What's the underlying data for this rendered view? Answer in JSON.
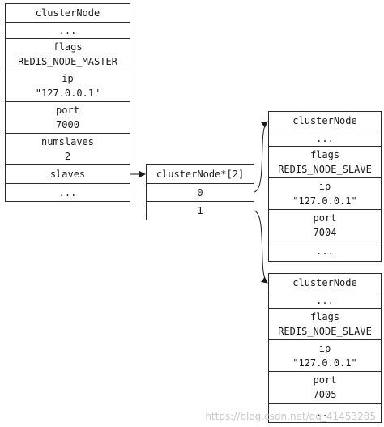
{
  "master": {
    "title": "clusterNode",
    "dots_top": "...",
    "flags_label": "flags",
    "flags_value": "REDIS_NODE_MASTER",
    "ip_label": "ip",
    "ip_value": "\"127.0.0.1\"",
    "port_label": "port",
    "port_value": "7000",
    "numslaves_label": "numslaves",
    "numslaves_value": "2",
    "slaves_label": "slaves",
    "dots_bottom": "..."
  },
  "array": {
    "title": "clusterNode*[2]",
    "index0": "0",
    "index1": "1"
  },
  "slave1": {
    "title": "clusterNode",
    "dots_top": "...",
    "flags_label": "flags",
    "flags_value": "REDIS_NODE_SLAVE",
    "ip_label": "ip",
    "ip_value": "\"127.0.0.1\"",
    "port_label": "port",
    "port_value": "7004",
    "dots_bottom": "..."
  },
  "slave2": {
    "title": "clusterNode",
    "dots_top": "...",
    "flags_label": "flags",
    "flags_value": "REDIS_NODE_SLAVE",
    "ip_label": "ip",
    "ip_value": "\"127.0.0.1\"",
    "port_label": "port",
    "port_value": "7005",
    "dots_bottom": "..."
  },
  "watermark": "https://blog.csdn.net/qq_41453285"
}
